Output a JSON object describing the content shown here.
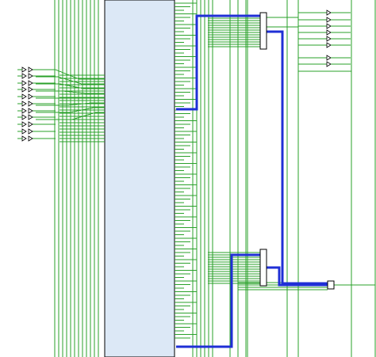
{
  "view": {
    "type": "netlist-schematic",
    "background": "#ffffff"
  },
  "colors": {
    "wire": "#2aa12a",
    "bus": "#1f2fd6",
    "module_fill": "#dce8f6",
    "outline": "#000000"
  },
  "symbols": {
    "input_port_icon": "triangle-right",
    "output_port_icon": "triangle-right",
    "module_icon": "rectangle"
  }
}
